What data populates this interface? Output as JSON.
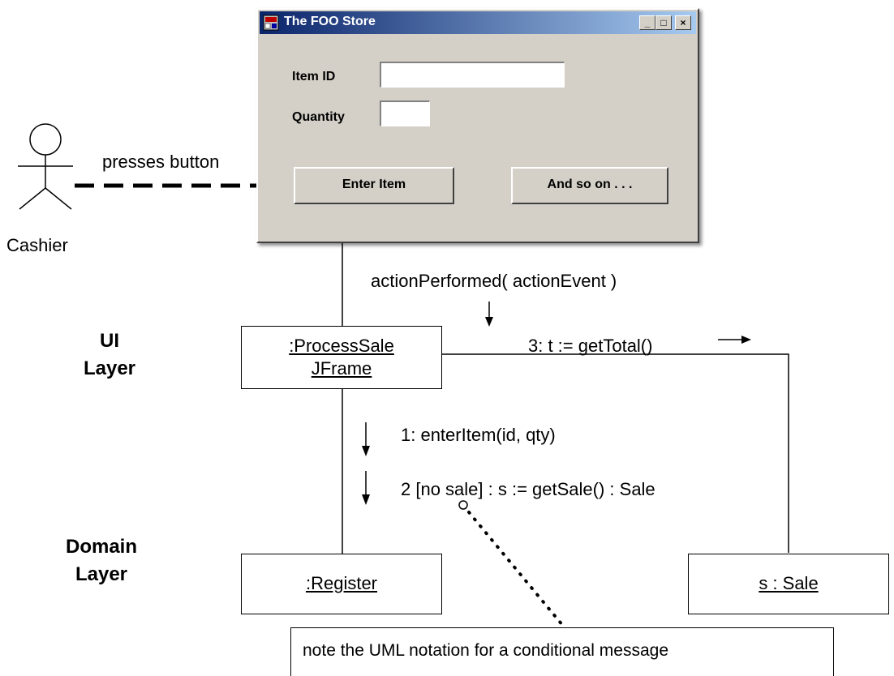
{
  "window": {
    "title": "The FOO Store",
    "minimize": "_",
    "maximize": "□",
    "close": "×",
    "item_id_label": "Item ID",
    "item_id_value": "",
    "quantity_label": "Quantity",
    "quantity_value": "",
    "enter_item_button": "Enter Item",
    "and_so_on_button": "And so on . . ."
  },
  "actor": {
    "name": "Cashier",
    "action": "presses button"
  },
  "messages": {
    "action_performed": "actionPerformed( actionEvent )",
    "get_total": "3: t := getTotal()",
    "enter_item": "1: enterItem(id, qty)",
    "get_sale": "2 [no sale] :  s := getSale() : Sale"
  },
  "layers": {
    "ui": [
      "UI",
      "Layer"
    ],
    "domain": [
      "Domain",
      "Layer"
    ]
  },
  "objects": {
    "process_sale_line1": ":ProcessSale",
    "process_sale_line2": "JFrame",
    "register": ":Register",
    "sale": "s : Sale"
  },
  "note": "note the UML notation for a conditional message"
}
